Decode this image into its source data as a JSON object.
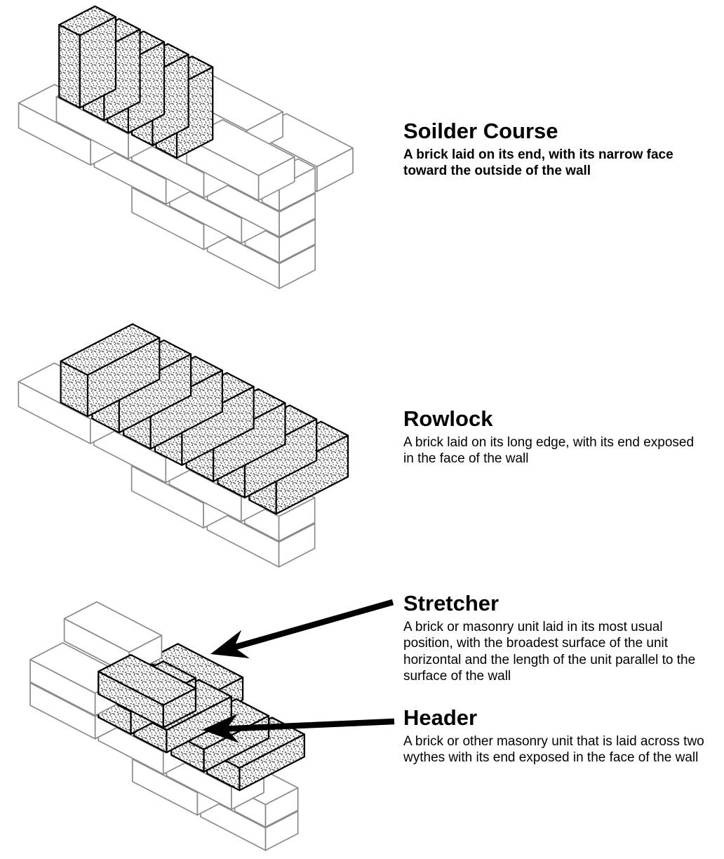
{
  "sections": [
    {
      "heading": "Soilder Course",
      "description": "A brick laid on its end, with its narrow face toward the outside of the wall"
    },
    {
      "heading": "Rowlock",
      "description": "A brick laid on its long edge, with its end exposed in the face of the wall"
    },
    {
      "heading": "Stretcher",
      "description": "A brick or masonry unit laid in its most usual position, with the broadest surface of the unit horizontal and the length of the unit parallel to the surface of the wall"
    },
    {
      "heading": "Header",
      "description": "A brick or other masonry unit that is laid across two wythes with its end exposed in the face of the wall"
    }
  ],
  "figures": [
    {
      "name": "soldier-course-wall-illustration"
    },
    {
      "name": "rowlock-wall-illustration"
    },
    {
      "name": "stretcher-header-wall-illustration"
    }
  ],
  "colors": {
    "background": "#ffffff",
    "text": "#000000",
    "brick_outline_gray": "#8a8a8a",
    "highlight_outline_black": "#000000",
    "stipple_dot": "#3f3f3f",
    "brick_fill": "#ffffff",
    "arrow": "#000000"
  }
}
